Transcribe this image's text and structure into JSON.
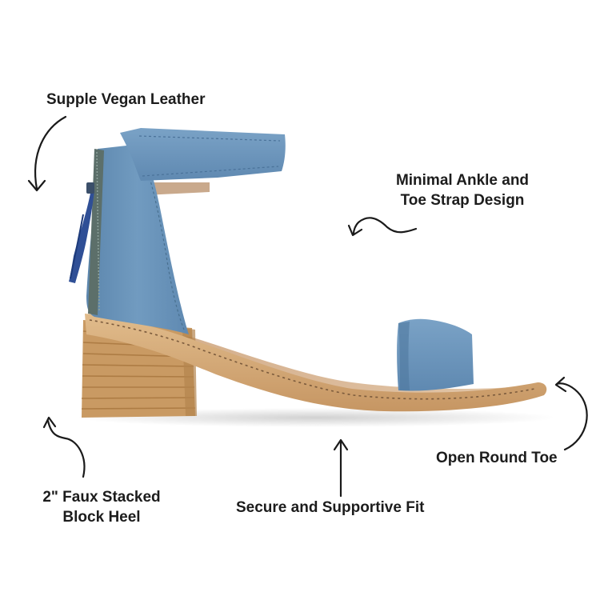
{
  "callouts": {
    "supple_vegan_leather": "Supple Vegan Leather",
    "minimal_strap_line1": "Minimal Ankle and",
    "minimal_strap_line2": "Toe Strap Design",
    "open_round_toe": "Open Round Toe",
    "faux_heel_line1": "2\" Faux Stacked",
    "faux_heel_line2": "Block Heel",
    "secure_fit": "Secure and Supportive Fit"
  },
  "colors": {
    "strap_blue": "#6b94bb",
    "strap_blue_dark": "#4f789f",
    "heel_wood": "#c99a63",
    "heel_wood_dark": "#a9773f",
    "insole_tan": "#d9b898",
    "tassel_navy": "#2f4f96",
    "arrow_ink": "#1a1a1a"
  }
}
